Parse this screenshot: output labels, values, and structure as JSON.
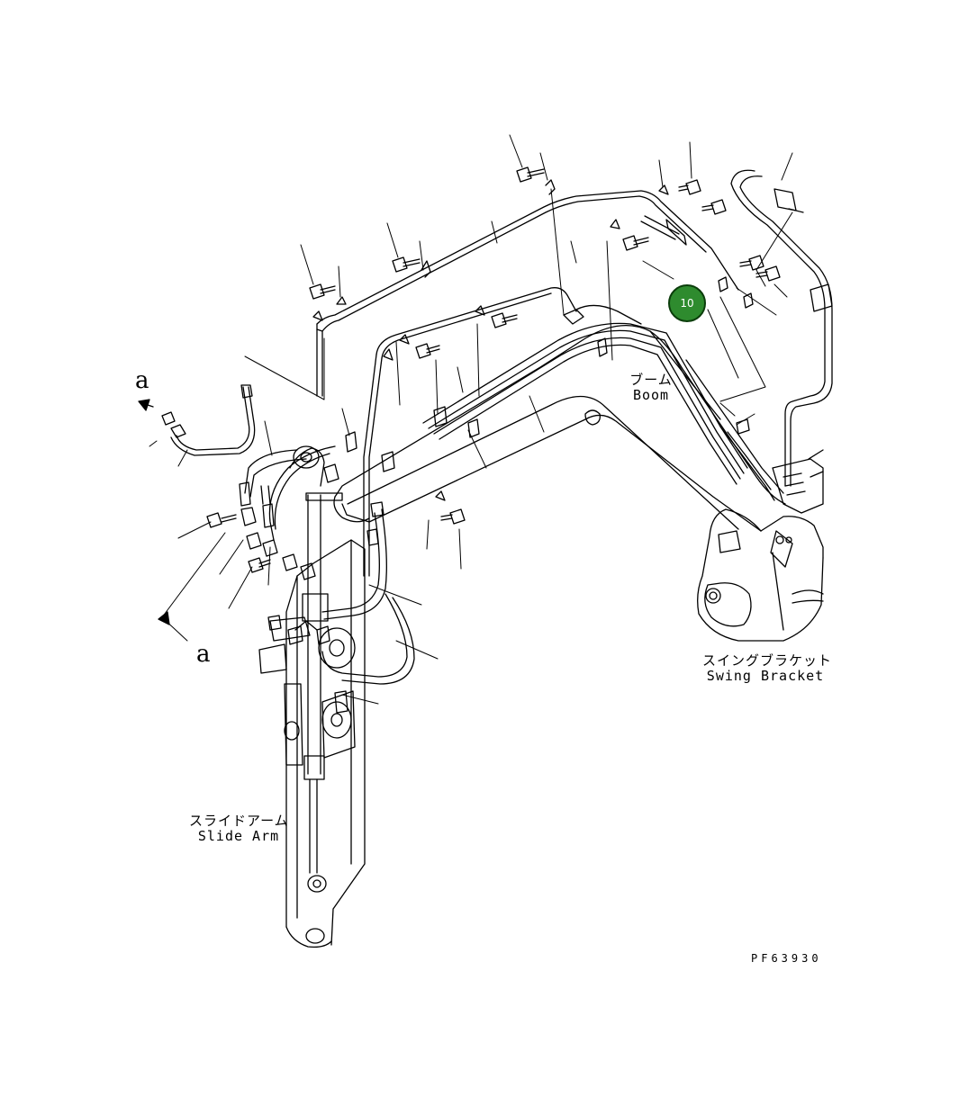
{
  "labels": {
    "boom_jp": "ブーム",
    "boom_en": "Boom",
    "swing_jp": "スイングブラケット",
    "swing_en": "Swing Bracket",
    "arm_jp": "スライドアーム",
    "arm_en": "Slide Arm",
    "view_a_top": "a",
    "view_a_bottom": "a",
    "drawing_code": "PF63930"
  },
  "callouts": [
    {
      "label": "10",
      "color": "#2e8b2e"
    }
  ],
  "colors": {
    "line": "#000000",
    "callout_fill": "#2e8b2e"
  }
}
